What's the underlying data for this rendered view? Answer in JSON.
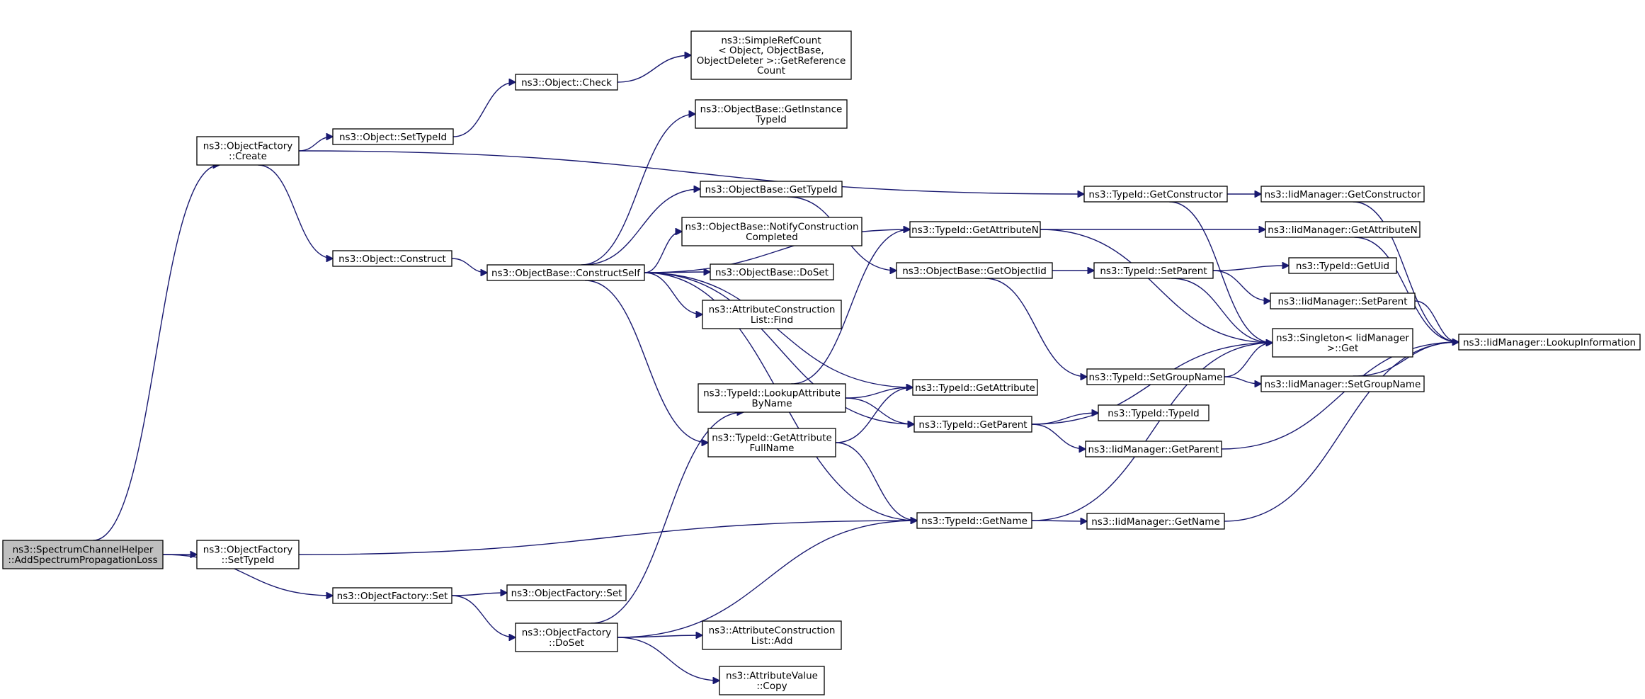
{
  "graph": {
    "nodes": [
      {
        "id": "root",
        "lines": [
          "ns3::SpectrumChannelHelper",
          "::AddSpectrumPropagationLoss"
        ],
        "highlight": true
      },
      {
        "id": "of_create",
        "lines": [
          "ns3::ObjectFactory",
          "::Create"
        ]
      },
      {
        "id": "of_settypeid",
        "lines": [
          "ns3::ObjectFactory",
          "::SetTypeId"
        ]
      },
      {
        "id": "of_set",
        "lines": [
          "ns3::ObjectFactory::Set"
        ]
      },
      {
        "id": "obj_settypeid",
        "lines": [
          "ns3::Object::SetTypeId"
        ]
      },
      {
        "id": "obj_construct",
        "lines": [
          "ns3::Object::Construct"
        ]
      },
      {
        "id": "obj_check",
        "lines": [
          "ns3::Object::Check"
        ]
      },
      {
        "id": "ob_constructself",
        "lines": [
          "ns3::ObjectBase::ConstructSelf"
        ]
      },
      {
        "id": "of_set2",
        "lines": [
          "ns3::ObjectFactory::Set"
        ]
      },
      {
        "id": "of_doset",
        "lines": [
          "ns3::ObjectFactory",
          "::DoSet"
        ]
      },
      {
        "id": "refcount",
        "lines": [
          "ns3::SimpleRefCount",
          "< Object, ObjectBase,",
          " ObjectDeleter >::GetReference",
          "Count"
        ]
      },
      {
        "id": "ob_getinstance",
        "lines": [
          "ns3::ObjectBase::GetInstance",
          "TypeId"
        ]
      },
      {
        "id": "ob_gettypeid",
        "lines": [
          "ns3::ObjectBase::GetTypeId"
        ]
      },
      {
        "id": "ob_notify",
        "lines": [
          "ns3::ObjectBase::NotifyConstruction",
          "Completed"
        ]
      },
      {
        "id": "ob_doset",
        "lines": [
          "ns3::ObjectBase::DoSet"
        ]
      },
      {
        "id": "acl_find",
        "lines": [
          "ns3::AttributeConstruction",
          "List::Find"
        ]
      },
      {
        "id": "tid_lookupattr",
        "lines": [
          "ns3::TypeId::LookupAttribute",
          "ByName"
        ]
      },
      {
        "id": "tid_getattrfull",
        "lines": [
          "ns3::TypeId::GetAttribute",
          "FullName"
        ]
      },
      {
        "id": "acl_add",
        "lines": [
          "ns3::AttributeConstruction",
          "List::Add"
        ]
      },
      {
        "id": "av_copy",
        "lines": [
          "ns3::AttributeValue",
          "::Copy"
        ]
      },
      {
        "id": "tid_getattrn",
        "lines": [
          "ns3::TypeId::GetAttributeN"
        ]
      },
      {
        "id": "ob_getobjectiid",
        "lines": [
          "ns3::ObjectBase::GetObjectIid"
        ]
      },
      {
        "id": "tid_getattr",
        "lines": [
          "ns3::TypeId::GetAttribute"
        ]
      },
      {
        "id": "tid_getparent",
        "lines": [
          "ns3::TypeId::GetParent"
        ]
      },
      {
        "id": "tid_getname",
        "lines": [
          "ns3::TypeId::GetName"
        ]
      },
      {
        "id": "tid_getconstructor",
        "lines": [
          "ns3::TypeId::GetConstructor"
        ]
      },
      {
        "id": "tid_setparent",
        "lines": [
          "ns3::TypeId::SetParent"
        ]
      },
      {
        "id": "tid_setgroupname",
        "lines": [
          "ns3::TypeId::SetGroupName"
        ]
      },
      {
        "id": "tid_typeid",
        "lines": [
          "ns3::TypeId::TypeId"
        ]
      },
      {
        "id": "iid_getparent",
        "lines": [
          "ns3::IidManager::GetParent"
        ]
      },
      {
        "id": "iid_getname",
        "lines": [
          "ns3::IidManager::GetName"
        ]
      },
      {
        "id": "iid_getconstructor",
        "lines": [
          "ns3::IidManager::GetConstructor"
        ]
      },
      {
        "id": "iid_getattrn",
        "lines": [
          "ns3::IidManager::GetAttributeN"
        ]
      },
      {
        "id": "tid_getuid",
        "lines": [
          "ns3::TypeId::GetUid"
        ]
      },
      {
        "id": "iid_setparent",
        "lines": [
          "ns3::IidManager::SetParent"
        ]
      },
      {
        "id": "singleton_get",
        "lines": [
          "ns3::Singleton< IidManager",
          " >::Get"
        ]
      },
      {
        "id": "iid_setgroupname",
        "lines": [
          "ns3::IidManager::SetGroupName"
        ]
      },
      {
        "id": "iid_lookupinfo",
        "lines": [
          "ns3::IidManager::LookupInformation"
        ]
      }
    ],
    "edges": [
      [
        "root",
        "of_create"
      ],
      [
        "root",
        "of_settypeid"
      ],
      [
        "root",
        "of_set"
      ],
      [
        "of_create",
        "obj_settypeid"
      ],
      [
        "of_create",
        "obj_construct"
      ],
      [
        "of_create",
        "tid_getconstructor"
      ],
      [
        "obj_settypeid",
        "obj_check"
      ],
      [
        "obj_check",
        "refcount"
      ],
      [
        "obj_construct",
        "ob_constructself"
      ],
      [
        "ob_constructself",
        "ob_getinstance"
      ],
      [
        "ob_constructself",
        "ob_gettypeid"
      ],
      [
        "ob_constructself",
        "ob_notify"
      ],
      [
        "ob_constructself",
        "ob_doset"
      ],
      [
        "ob_constructself",
        "acl_find"
      ],
      [
        "ob_constructself",
        "tid_getattrn"
      ],
      [
        "ob_constructself",
        "tid_getattr"
      ],
      [
        "ob_constructself",
        "tid_getattrfull"
      ],
      [
        "ob_constructself",
        "tid_getparent"
      ],
      [
        "ob_constructself",
        "tid_getname"
      ],
      [
        "ob_gettypeid",
        "ob_getobjectiid"
      ],
      [
        "of_settypeid",
        "tid_getname"
      ],
      [
        "of_set",
        "of_set2"
      ],
      [
        "of_set",
        "of_doset"
      ],
      [
        "of_doset",
        "tid_lookupattr"
      ],
      [
        "of_doset",
        "acl_add"
      ],
      [
        "of_doset",
        "av_copy"
      ],
      [
        "of_doset",
        "tid_getname"
      ],
      [
        "tid_lookupattr",
        "tid_getattrn"
      ],
      [
        "tid_lookupattr",
        "tid_getattr"
      ],
      [
        "tid_lookupattr",
        "tid_getparent"
      ],
      [
        "tid_getattrfull",
        "tid_getattr"
      ],
      [
        "tid_getattrfull",
        "tid_getname"
      ],
      [
        "tid_getattrn",
        "iid_getattrn"
      ],
      [
        "tid_getattrn",
        "singleton_get"
      ],
      [
        "ob_getobjectiid",
        "tid_setparent"
      ],
      [
        "ob_getobjectiid",
        "tid_setgroupname"
      ],
      [
        "tid_getparent",
        "tid_typeid"
      ],
      [
        "tid_getparent",
        "iid_getparent"
      ],
      [
        "tid_getparent",
        "singleton_get"
      ],
      [
        "tid_getname",
        "iid_getname"
      ],
      [
        "tid_getname",
        "singleton_get"
      ],
      [
        "tid_getconstructor",
        "iid_getconstructor"
      ],
      [
        "tid_getconstructor",
        "singleton_get"
      ],
      [
        "tid_setparent",
        "tid_getuid"
      ],
      [
        "tid_setparent",
        "iid_setparent"
      ],
      [
        "tid_setparent",
        "singleton_get"
      ],
      [
        "tid_setgroupname",
        "iid_setgroupname"
      ],
      [
        "tid_setgroupname",
        "singleton_get"
      ],
      [
        "iid_getconstructor",
        "iid_lookupinfo"
      ],
      [
        "iid_getattrn",
        "iid_lookupinfo"
      ],
      [
        "iid_setparent",
        "iid_lookupinfo"
      ],
      [
        "iid_setgroupname",
        "iid_lookupinfo"
      ],
      [
        "iid_getparent",
        "iid_lookupinfo"
      ],
      [
        "iid_getname",
        "iid_lookupinfo"
      ]
    ]
  }
}
